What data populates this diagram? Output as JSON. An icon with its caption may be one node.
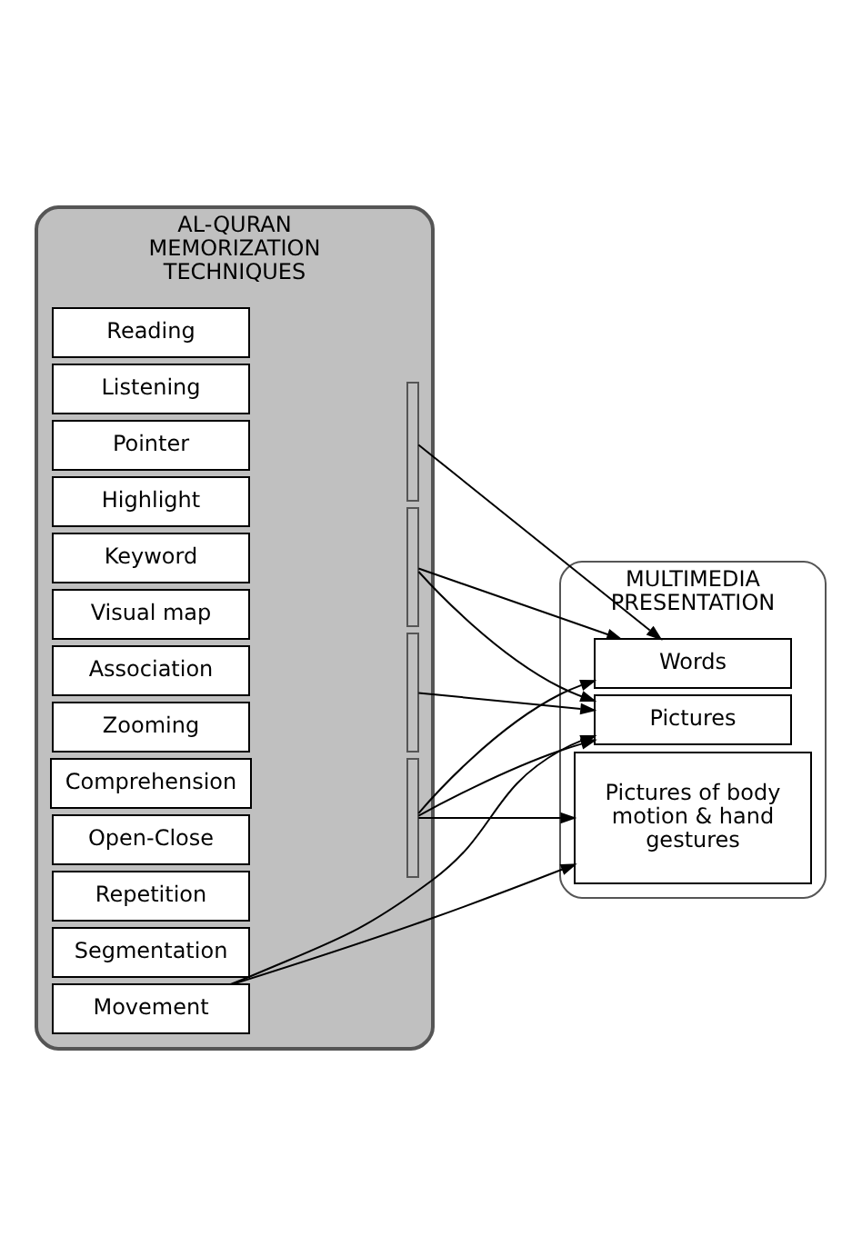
{
  "diagram": {
    "nodes": [
      {
        "text": [
          "AL-QURAN MEMORIZATION TECHNIQUES"
        ]
      },
      {
        "text": [
          "Reading"
        ],
        "in": 0
      },
      {
        "text": [
          "Listening"
        ],
        "in": 0
      },
      {
        "text": [
          "Pointer"
        ],
        "in": 0
      },
      {
        "text": [
          "Highlight"
        ],
        "in": 0
      },
      {
        "text": [
          "Keyword"
        ],
        "in": 0
      },
      {
        "text": [
          "Visual map"
        ],
        "in": 0
      },
      {
        "text": [
          "Association"
        ],
        "in": 0
      },
      {
        "text": [
          "Zooming"
        ],
        "in": 0
      },
      {
        "text": [
          "Comprehension"
        ],
        "in": 0
      },
      {
        "text": [
          "Open-Close"
        ],
        "in": 0
      },
      {
        "text": [
          "Repetition"
        ],
        "in": 0
      },
      {
        "text": [
          "Segmentation"
        ],
        "in": 0
      },
      {
        "text": [
          "Movement"
        ],
        "in": 0
      },
      {
        "text": [],
        "shape": "bar",
        "in": 0
      },
      {
        "text": [],
        "shape": "bar",
        "in": 0
      },
      {
        "text": [],
        "shape": "bar",
        "in": 0
      },
      {
        "text": [],
        "shape": "bar",
        "in": 0
      },
      {
        "text": [
          "MULTIMEDIA PRESENTATION"
        ]
      },
      {
        "text": [
          "Words"
        ],
        "in": 18
      },
      {
        "text": [
          "Pictures"
        ],
        "in": 18
      },
      {
        "text": [
          "Pictures of body motion & hand gestures"
        ],
        "in": 18
      }
    ],
    "edges": [
      {
        "from": 14,
        "to": 19,
        "arrow": "to"
      },
      {
        "from": 15,
        "to": 19,
        "arrow": "to"
      },
      {
        "from": 15,
        "to": 20,
        "arrow": "to"
      },
      {
        "from": 16,
        "to": 20,
        "arrow": "to"
      },
      {
        "from": 17,
        "to": 19,
        "arrow": "to"
      },
      {
        "from": 17,
        "to": 20,
        "arrow": "to"
      },
      {
        "from": 17,
        "to": 21,
        "arrow": "to"
      },
      {
        "from": 13,
        "to": 20,
        "arrow": "to"
      },
      {
        "from": 13,
        "to": 21,
        "arrow": "to"
      }
    ]
  }
}
